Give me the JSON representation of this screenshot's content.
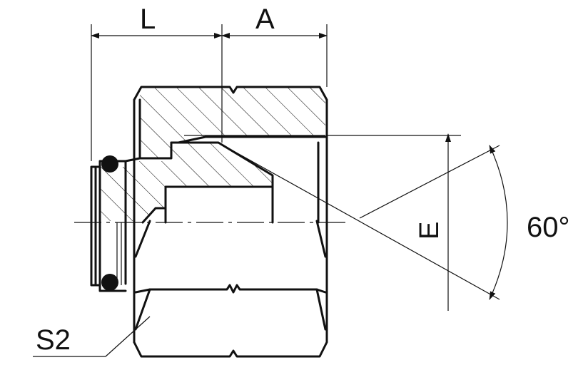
{
  "labels": {
    "dim_l": "L",
    "dim_a": "A",
    "dim_e": "E",
    "angle": "60°",
    "part": "S2"
  },
  "colors": {
    "line": "#111111",
    "background": "#ffffff"
  }
}
